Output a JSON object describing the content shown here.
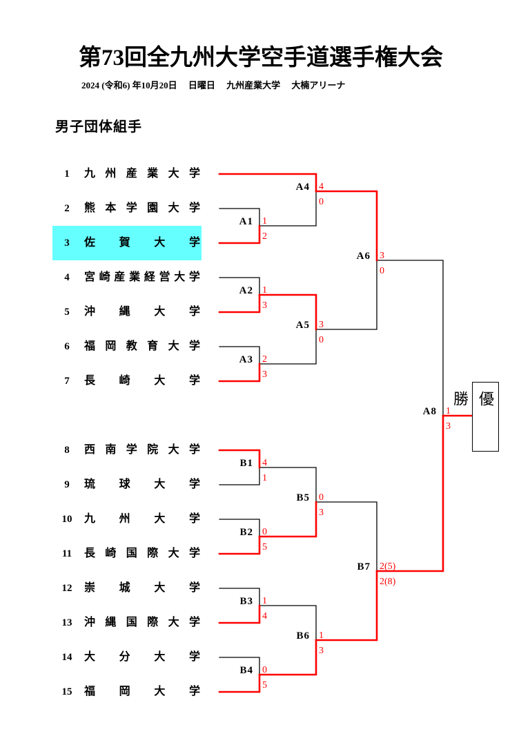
{
  "header": {
    "title": "第73回全九州大学空手道選手権大会",
    "subtitle": "2024 (令和6) 年10月20日　 日曜日　 九州産業大学　 大楠アリーナ",
    "section": "男子団体組手"
  },
  "colors": {
    "winner_line": "#ff0000",
    "loser_line": "#000000",
    "score_text": "#ff0000",
    "highlight": "#66ffff"
  },
  "highlight_team": 3,
  "teams": [
    {
      "seed": "1",
      "name": "九州産業大学"
    },
    {
      "seed": "2",
      "name": "熊本学園大学"
    },
    {
      "seed": "3",
      "name": "佐賀大学"
    },
    {
      "seed": "4",
      "name": "宮崎産業経営大学"
    },
    {
      "seed": "5",
      "name": "沖縄大学"
    },
    {
      "seed": "6",
      "name": "福岡教育大学"
    },
    {
      "seed": "7",
      "name": "長崎大学"
    },
    {
      "seed": "8",
      "name": "西南学院大学"
    },
    {
      "seed": "9",
      "name": "琉球大学"
    },
    {
      "seed": "10",
      "name": "九州大学"
    },
    {
      "seed": "11",
      "name": "長崎国際大学"
    },
    {
      "seed": "12",
      "name": "崇城大学"
    },
    {
      "seed": "13",
      "name": "沖縄国際大学"
    },
    {
      "seed": "14",
      "name": "大分大学"
    },
    {
      "seed": "15",
      "name": "福岡大学"
    }
  ],
  "matches": [
    {
      "id": "A1",
      "top": {
        "team": 2
      },
      "bottom": {
        "team": 3
      },
      "scores": [
        "1",
        "2"
      ],
      "winner": "bottom"
    },
    {
      "id": "A2",
      "top": {
        "team": 4
      },
      "bottom": {
        "team": 5
      },
      "scores": [
        "1",
        "3"
      ],
      "winner": "bottom"
    },
    {
      "id": "A3",
      "top": {
        "team": 6
      },
      "bottom": {
        "team": 7
      },
      "scores": [
        "2",
        "3"
      ],
      "winner": "bottom"
    },
    {
      "id": "A4",
      "top": {
        "team": 1
      },
      "bottom": {
        "match": "A1"
      },
      "scores": [
        "4",
        "0"
      ],
      "winner": "top"
    },
    {
      "id": "A5",
      "top": {
        "match": "A2"
      },
      "bottom": {
        "match": "A3"
      },
      "scores": [
        "3",
        "0"
      ],
      "winner": "top"
    },
    {
      "id": "A6",
      "top": {
        "match": "A4"
      },
      "bottom": {
        "match": "A5"
      },
      "scores": [
        "3",
        "0"
      ],
      "winner": "top"
    },
    {
      "id": "B1",
      "top": {
        "team": 8
      },
      "bottom": {
        "team": 9
      },
      "scores": [
        "4",
        "1"
      ],
      "winner": "top"
    },
    {
      "id": "B2",
      "top": {
        "team": 10
      },
      "bottom": {
        "team": 11
      },
      "scores": [
        "0",
        "5"
      ],
      "winner": "bottom"
    },
    {
      "id": "B3",
      "top": {
        "team": 12
      },
      "bottom": {
        "team": 13
      },
      "scores": [
        "1",
        "4"
      ],
      "winner": "bottom"
    },
    {
      "id": "B4",
      "top": {
        "team": 14
      },
      "bottom": {
        "team": 15
      },
      "scores": [
        "0",
        "5"
      ],
      "winner": "bottom"
    },
    {
      "id": "B5",
      "top": {
        "match": "B1"
      },
      "bottom": {
        "match": "B2"
      },
      "scores": [
        "0",
        "3"
      ],
      "winner": "bottom"
    },
    {
      "id": "B6",
      "top": {
        "match": "B3"
      },
      "bottom": {
        "match": "B4"
      },
      "scores": [
        "1",
        "3"
      ],
      "winner": "bottom"
    },
    {
      "id": "B7",
      "top": {
        "match": "B5"
      },
      "bottom": {
        "match": "B6"
      },
      "scores": [
        "2(5)",
        "2(8)"
      ],
      "winner": "bottom"
    },
    {
      "id": "A8",
      "top": {
        "match": "A6"
      },
      "bottom": {
        "match": "B7"
      },
      "scores": [
        "1",
        "3"
      ],
      "winner": "bottom"
    }
  ],
  "champion": {
    "label": "優勝",
    "from_match": "A8"
  }
}
